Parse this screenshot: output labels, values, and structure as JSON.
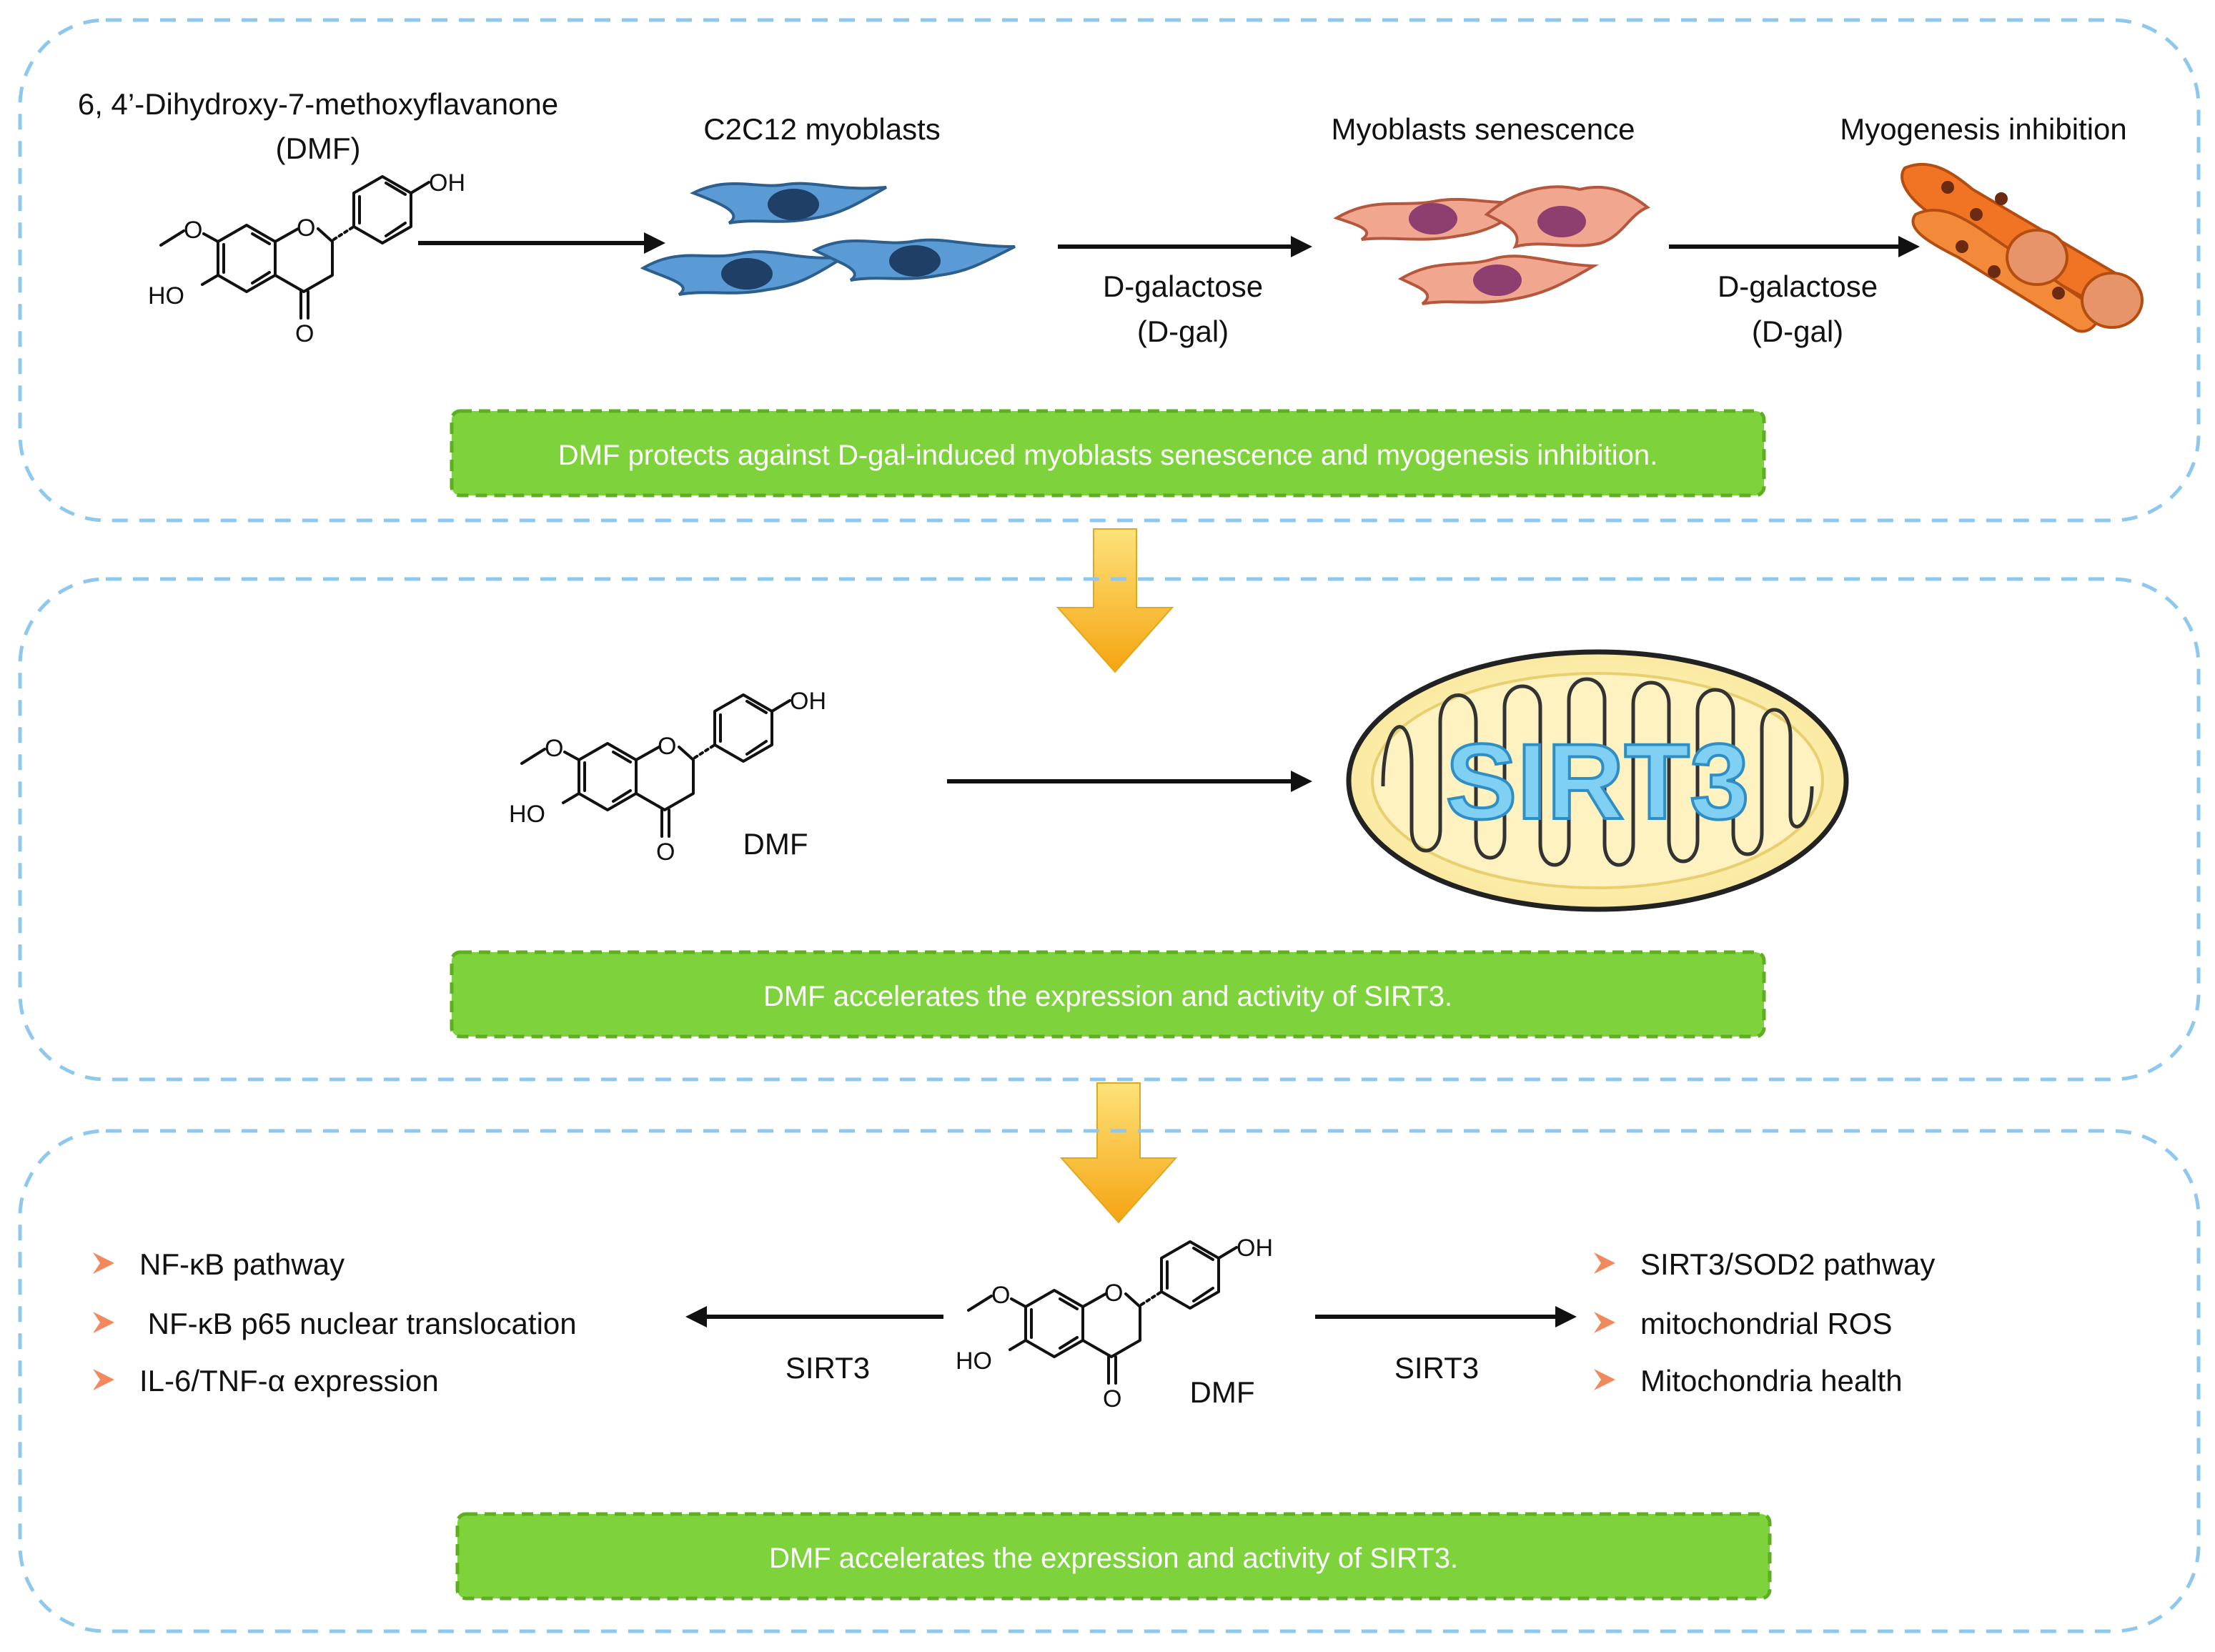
{
  "colors": {
    "panel_border": "#8ec8ef",
    "banner_fill": "#7ed23b",
    "banner_border": "#5fae22",
    "arrow_down_top": "#fde27a",
    "arrow_down_bottom": "#f5a411",
    "bullet": "#f08a5d",
    "myoblast_blue": "#5b9bd5",
    "senescent_pink": "#f1a68f",
    "fiber_orange": "#f07424",
    "mito_yellow": "#f9ecb0",
    "sirt3_text": "#7fd0f2"
  },
  "panel1": {
    "compound_name": "6, 4’-Dihydroxy-7-methoxyflavanone",
    "compound_abbr": "(DMF)",
    "stage1_label": "C2C12 myoblasts",
    "stage2_label": "Myoblasts senescence",
    "stage3_label": "Myogenesis inhibition",
    "arrow1_label_line1": "D-galactose",
    "arrow1_label_line2": "(D-gal)",
    "arrow2_label_line1": "D-galactose",
    "arrow2_label_line2": "(D-gal)",
    "banner": "DMF protects against D-gal-induced myoblasts senescence and  myogenesis inhibition."
  },
  "panel2": {
    "compound_label": "DMF",
    "target_label": "SIRT3",
    "banner": "DMF accelerates the expression and activity of SIRT3."
  },
  "panel3": {
    "compound_label": "DMF",
    "left_arrow_label": "SIRT3",
    "right_arrow_label": "SIRT3",
    "left_items": [
      "NF-κB pathway",
      " NF-κB p65 nuclear translocation",
      "IL-6/TNF-α expression"
    ],
    "right_items": [
      "SIRT3/SOD2 pathway",
      "mitochondrial ROS",
      "Mitochondria health"
    ],
    "banner": "DMF accelerates the expression and activity of SIRT3."
  },
  "chem": {
    "oh": "OH",
    "ho": "HO",
    "o_ring": "O",
    "o_methoxy": "O",
    "o_keto": "O"
  }
}
